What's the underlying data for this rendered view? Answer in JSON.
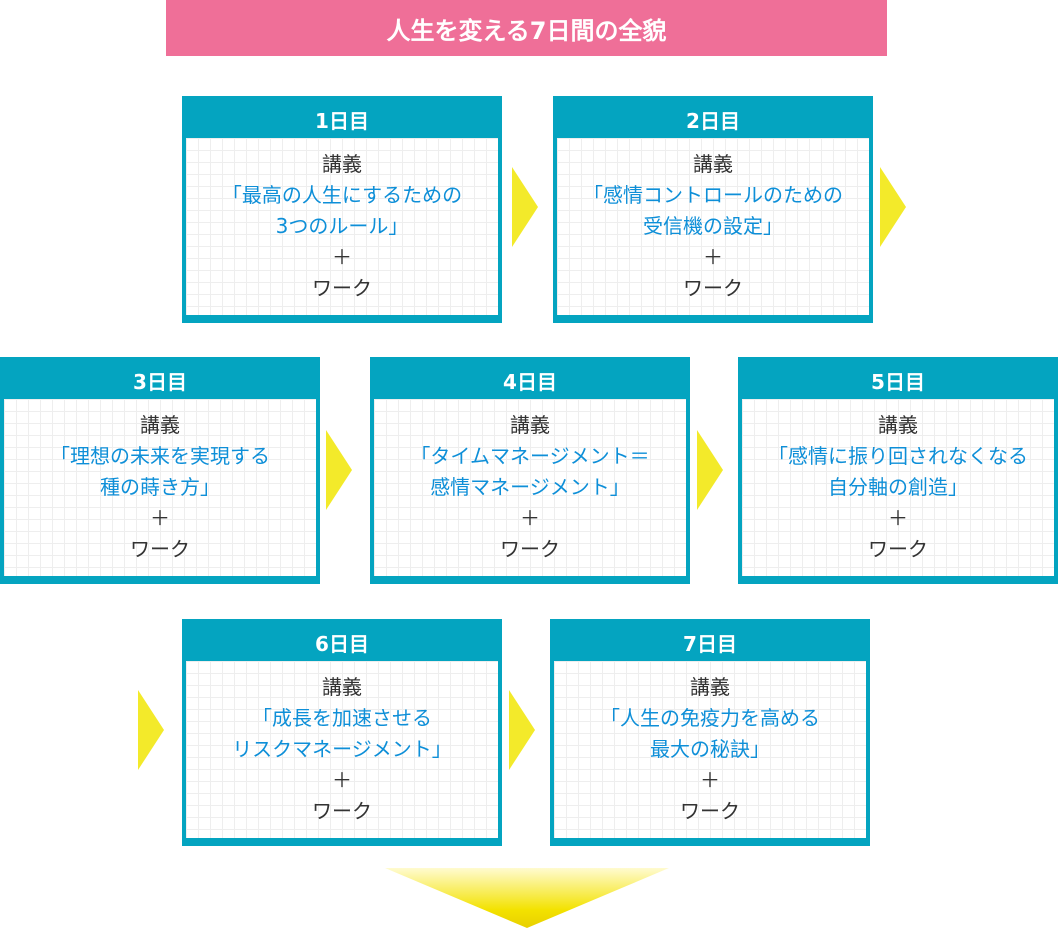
{
  "banner": {
    "title": "人生を変える7日間の全貌"
  },
  "days": [
    {
      "day": "1日目",
      "lecture": "講義",
      "title_lines": [
        "「最高の人生にするための",
        "3つのルール」"
      ],
      "plus": "＋",
      "work": "ワーク"
    },
    {
      "day": "2日目",
      "lecture": "講義",
      "title_lines": [
        "「感情コントロールのための",
        "受信機の設定」"
      ],
      "plus": "＋",
      "work": "ワーク"
    },
    {
      "day": "3日目",
      "lecture": "講義",
      "title_lines": [
        "「理想の未来を実現する",
        "種の蒔き方」"
      ],
      "plus": "＋",
      "work": "ワーク"
    },
    {
      "day": "4日目",
      "lecture": "講義",
      "title_lines": [
        "「タイムマネージメント＝",
        "感情マネージメント」"
      ],
      "plus": "＋",
      "work": "ワーク"
    },
    {
      "day": "5日目",
      "lecture": "講義",
      "title_lines": [
        "「感情に振り回されなくなる",
        "自分軸の創造」"
      ],
      "plus": "＋",
      "work": "ワーク"
    },
    {
      "day": "6日目",
      "lecture": "講義",
      "title_lines": [
        "「成長を加速させる",
        "リスクマネージメント」"
      ],
      "plus": "＋",
      "work": "ワーク"
    },
    {
      "day": "7日目",
      "lecture": "講義",
      "title_lines": [
        "「人生の免疫力を高める",
        "最大の秘訣」"
      ],
      "plus": "＋",
      "work": "ワーク"
    }
  ],
  "colors": {
    "banner": "#ef6f98",
    "card_header": "#04a4c0",
    "title_text": "#0e8fd8",
    "arrow": "#f3ea2a"
  }
}
